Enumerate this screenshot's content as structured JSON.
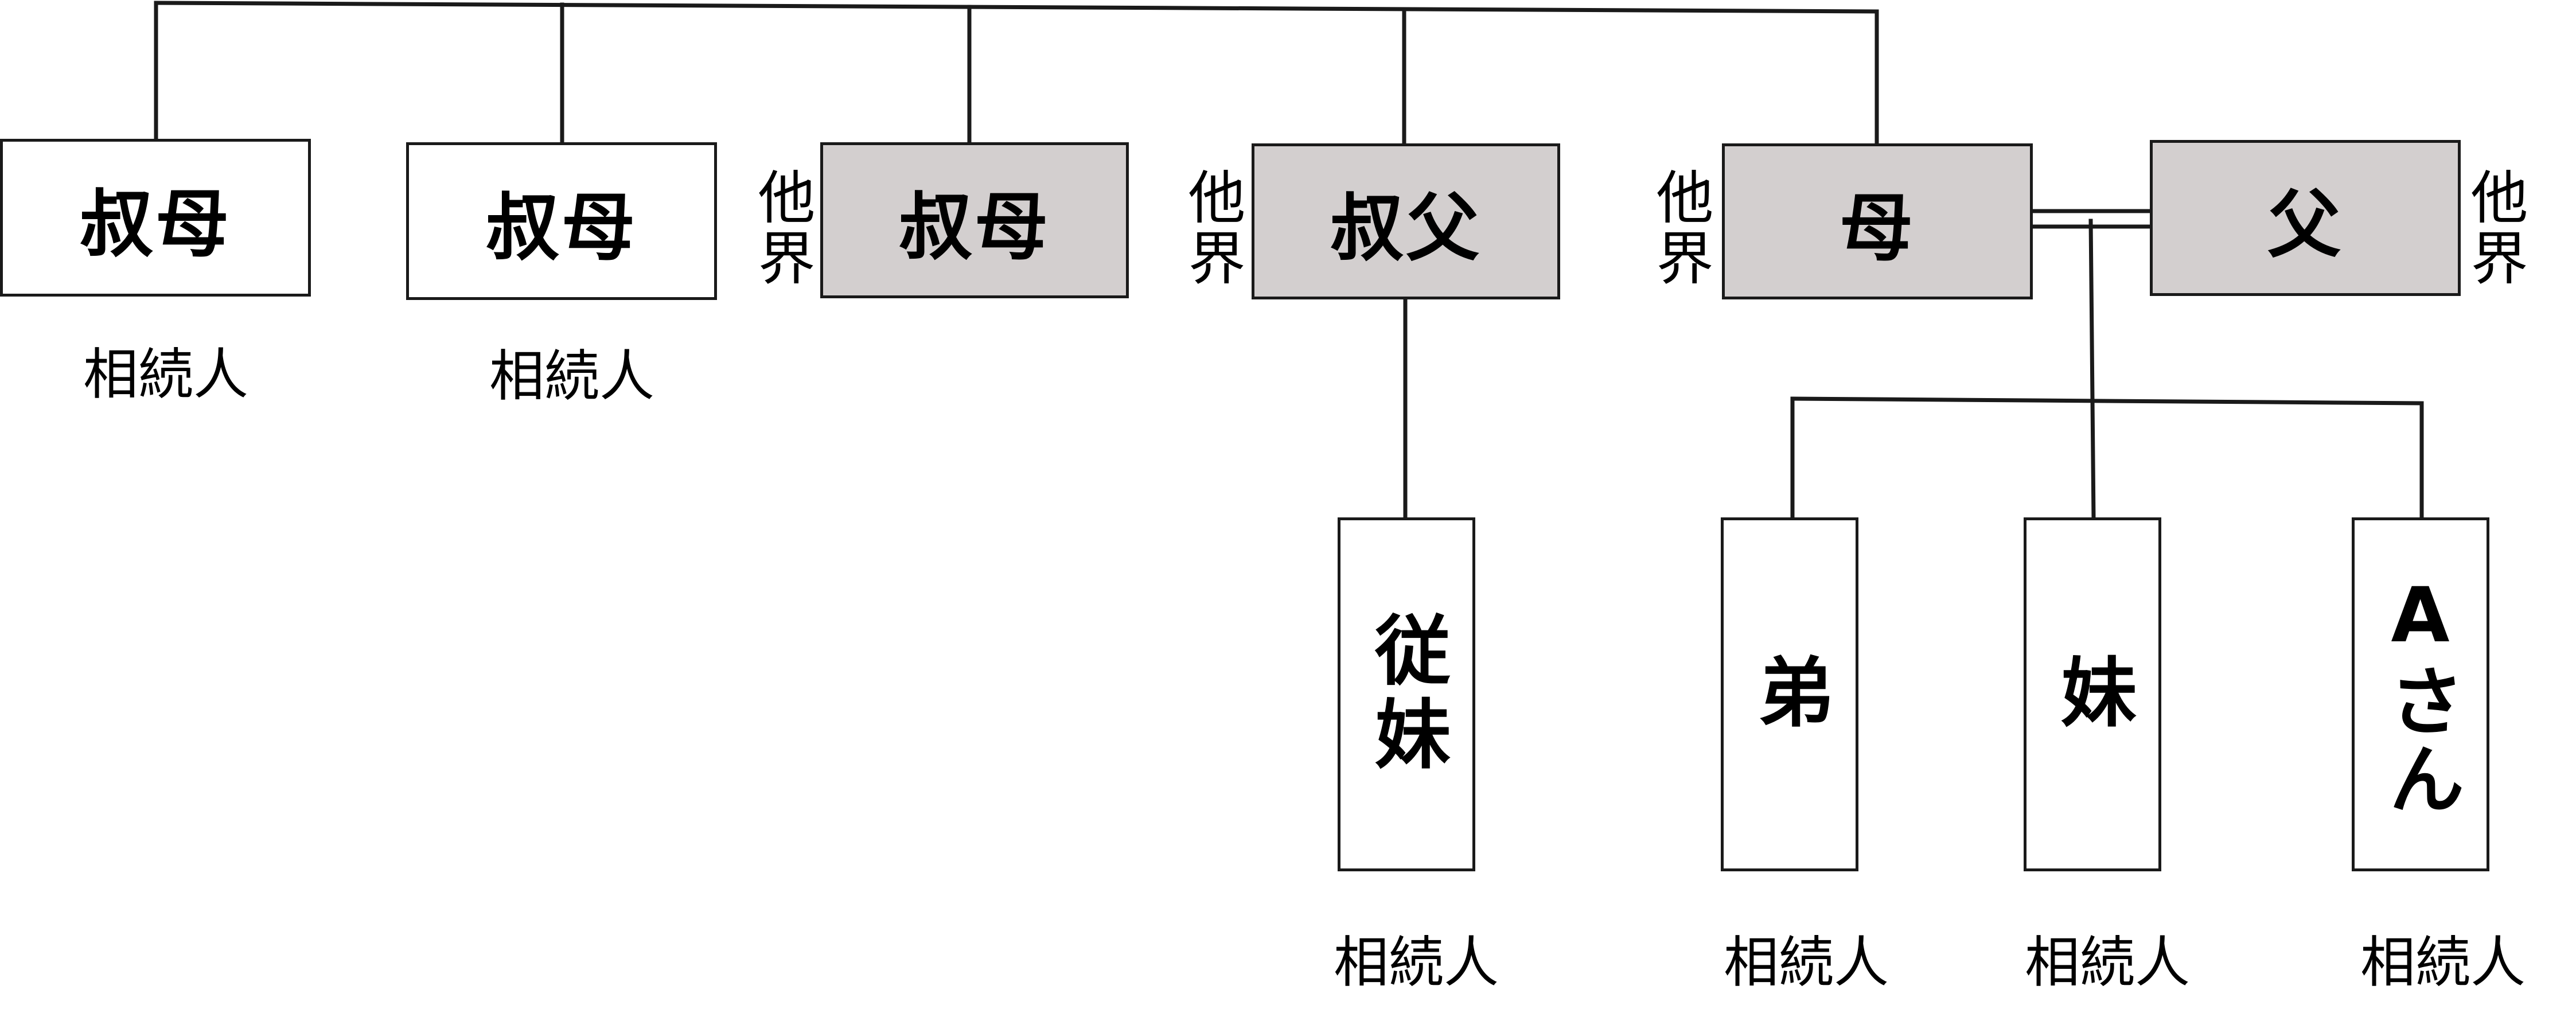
{
  "colors": {
    "deceased_fill": "#d3cfcf",
    "living_fill": "#ffffff",
    "line": "#1a1a1a"
  },
  "persons": {
    "aunt1": {
      "label": "叔母",
      "status": "相続人"
    },
    "aunt2": {
      "label": "叔母",
      "status": "相続人"
    },
    "aunt3": {
      "label": "叔母",
      "mark": "他界"
    },
    "uncle": {
      "label": "叔父",
      "mark": "他界"
    },
    "mother": {
      "label": "母",
      "mark": "他界"
    },
    "father": {
      "label": "父",
      "mark": "他界"
    },
    "cousin": {
      "label": "従妹",
      "status": "相続人"
    },
    "brother": {
      "label": "弟",
      "status": "相続人"
    },
    "sister": {
      "label": "妹",
      "status": "相続人"
    },
    "person_a": {
      "label": "Aさん",
      "status": "相続人"
    }
  }
}
